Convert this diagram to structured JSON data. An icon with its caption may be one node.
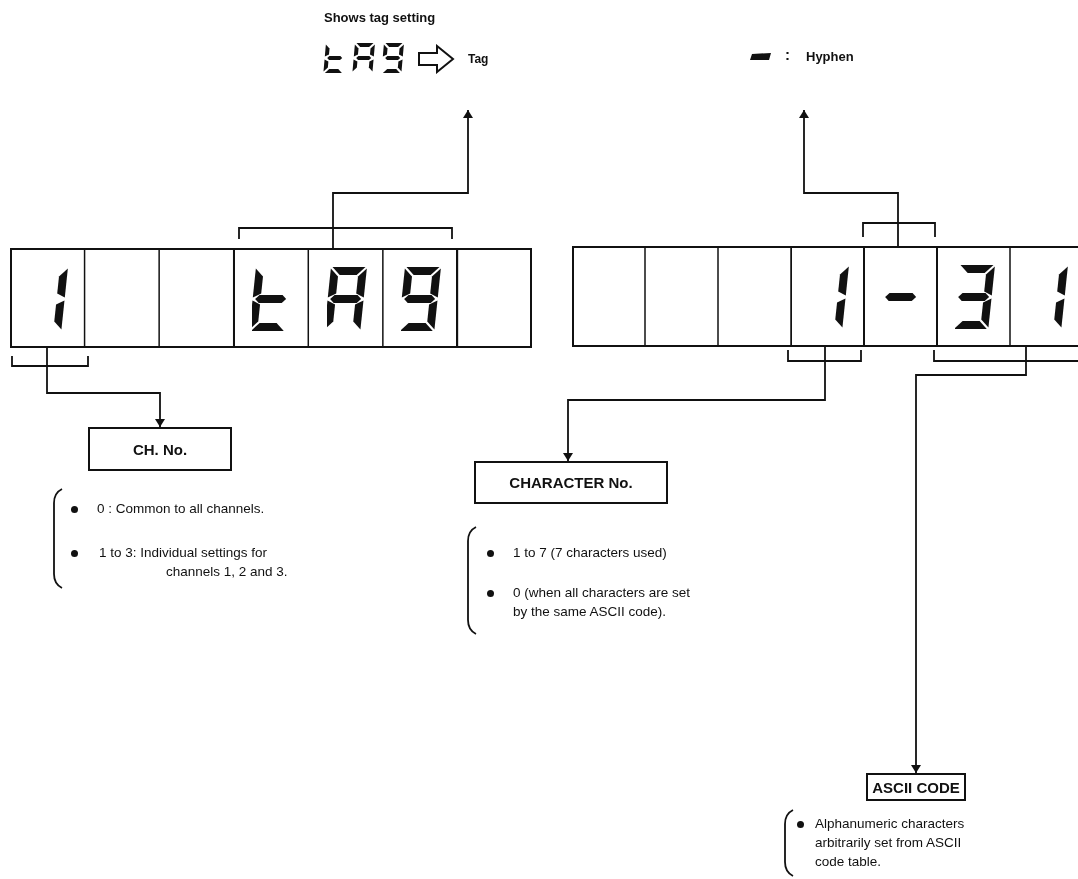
{
  "diagram": {
    "nodes": [
      {
        "text": [
          "Shows tag setting",
          "Tag"
        ]
      },
      {
        "text": [
          ":",
          "Hyphen"
        ]
      },
      {
        "text": [],
        "shape": "box"
      },
      {
        "text": [],
        "shape": "box",
        "in": 2
      },
      {
        "text": [],
        "shape": "box",
        "in": 2
      },
      {
        "text": [],
        "shape": "box"
      },
      {
        "text": [],
        "shape": "box",
        "in": 5
      },
      {
        "text": [],
        "shape": "box",
        "in": 5
      },
      {
        "text": [],
        "shape": "box",
        "in": 5
      },
      {
        "text": [
          "CH. No."
        ]
      },
      {
        "text": [
          "CHARACTER No."
        ]
      },
      {
        "text": [
          "ASCII CODE"
        ]
      }
    ],
    "edges": [
      {
        "from": 4,
        "to": 0,
        "arrow": "to"
      },
      {
        "from": 7,
        "to": 1,
        "arrow": "to"
      },
      {
        "from": 3,
        "to": 9,
        "arrow": "to"
      },
      {
        "from": 6,
        "to": 10,
        "arrow": "to"
      },
      {
        "from": 8,
        "to": 11,
        "arrow": "to"
      }
    ],
    "labels": [
      "0 : Common to all channels.",
      "1 to 3: Individual settings for channels 1, 2 and 3.",
      "1 to 7 (7 characters used)",
      "0 (when all characters are set by the same ASCII code).",
      "Alphanumeric characters arbitrarily set from ASCII code table."
    ]
  }
}
